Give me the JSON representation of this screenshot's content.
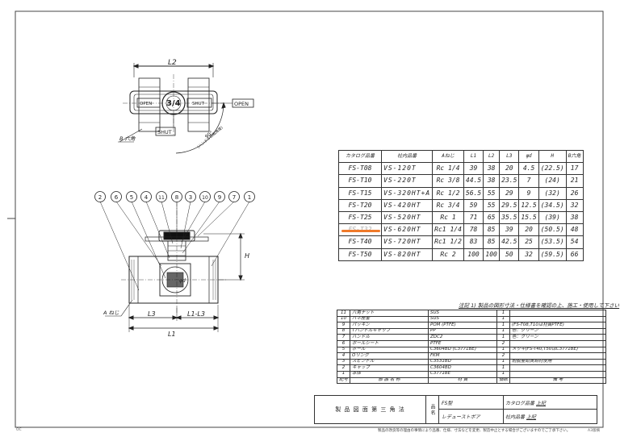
{
  "drawing": {
    "top_view": {
      "dim_l2": "L2",
      "size_mark": "3/4",
      "open_left_label": "OPEN",
      "shut_right_label": "SHUT",
      "open_callout": "OPEN",
      "shut_callout": "SHUT",
      "hex_label": "B 六角",
      "angle_label": "90°",
      "angle_note": "(ハンドル回転角度)"
    },
    "front_view": {
      "balloons": [
        "2",
        "6",
        "5",
        "4",
        "11",
        "8",
        "3",
        "10",
        "9",
        "7",
        "1"
      ],
      "dim_h": "H",
      "dim_d": "φd",
      "dim_l1": "L1",
      "dim_l3": "L3",
      "dim_l1_l3": "L1-L3",
      "thread_label": "A ねじ"
    }
  },
  "size_table": {
    "headers": [
      "カタログ品番",
      "社内品番",
      "Aねじ",
      "L1",
      "L2",
      "L3",
      "φd",
      "H",
      "B六角"
    ],
    "rows": [
      [
        "FS-T08",
        "VS-120T",
        "Rc 1/4",
        "39",
        "38",
        "20",
        "4.5",
        "(22.5)",
        "17"
      ],
      [
        "FS-T10",
        "VS-220T",
        "Rc 3/8",
        "44.5",
        "38",
        "23.5",
        "7",
        "(24)",
        "21"
      ],
      [
        "FS-T15",
        "VS-320HT+A",
        "Rc 1/2",
        "56.5",
        "55",
        "29",
        "9",
        "(32)",
        "26"
      ],
      [
        "FS-T20",
        "VS-420HT",
        "Rc 3/4",
        "59",
        "55",
        "29.5",
        "12.5",
        "(34.5)",
        "32"
      ],
      [
        "FS-T25",
        "VS-520HT",
        "Rc 1",
        "71",
        "65",
        "35.5",
        "15.5",
        "(39)",
        "38"
      ],
      [
        "FS-T32",
        "VS-620HT",
        "Rc1 1/4",
        "78",
        "85",
        "39",
        "20",
        "(50.5)",
        "48"
      ],
      [
        "FS-T40",
        "VS-720HT",
        "Rc1 1/2",
        "83",
        "85",
        "42.5",
        "25",
        "(53.5)",
        "54"
      ],
      [
        "FS-T50",
        "VS-820HT",
        "Rc 2",
        "100",
        "100",
        "50",
        "32",
        "(59.5)",
        "66"
      ]
    ],
    "highlight_row": 5,
    "highlight_color": "#f07a2a"
  },
  "note": "注記 1) 製品の図形寸法・仕様書を確認の上、施工・使用して下さい",
  "parts_table": {
    "rows": [
      [
        "11",
        "六角ナット",
        "SUS",
        "1",
        ""
      ],
      [
        "10",
        "バネ座金",
        "SUS",
        "1",
        ""
      ],
      [
        "9",
        "パッキン",
        "POM (PTFE)",
        "1",
        "(FS-T08,T10は材質PTFE)"
      ],
      [
        "8",
        "Tハンドルキャップ",
        "PP",
        "1",
        "色：グリーン"
      ],
      [
        "7",
        "ハンドル",
        "ZDC2",
        "1",
        "色：グリーン"
      ],
      [
        "6",
        "ボールシート",
        "PTFE",
        "2",
        ""
      ],
      [
        "5",
        "ボール",
        "C3604BD (C3771BE)",
        "1",
        "メッキ(FS-T40,T50はC3771BE)"
      ],
      [
        "4",
        "Oリング",
        "FKM",
        "2",
        ""
      ],
      [
        "3",
        "スピンドル",
        "C3531BD",
        "1",
        "耐脱亜鉛黄銅材使用"
      ],
      [
        "2",
        "キャップ",
        "C3604BD",
        "1",
        ""
      ],
      [
        "1",
        "本体",
        "C3771BE",
        "1",
        ""
      ]
    ],
    "footer": [
      "記号",
      "部 品 名 称",
      "材 質",
      "個数",
      "備 考"
    ]
  },
  "title_block": {
    "method": "製 品 図 面 第 三 角 法",
    "item_label": "品 名",
    "item_line1": "FS型",
    "item_line2": "レデューストボア",
    "catalog_label": "カタログ品番",
    "catalog_value": "上記",
    "internal_label": "社内品番",
    "internal_value": "上記"
  },
  "disclaimer": "製品の改良等の理由の事情により品番、仕様、寸法などを変更、製造中止とする場合がございますのでご了承下さい。",
  "corner_left": "OC",
  "corner_right": "A3版横"
}
